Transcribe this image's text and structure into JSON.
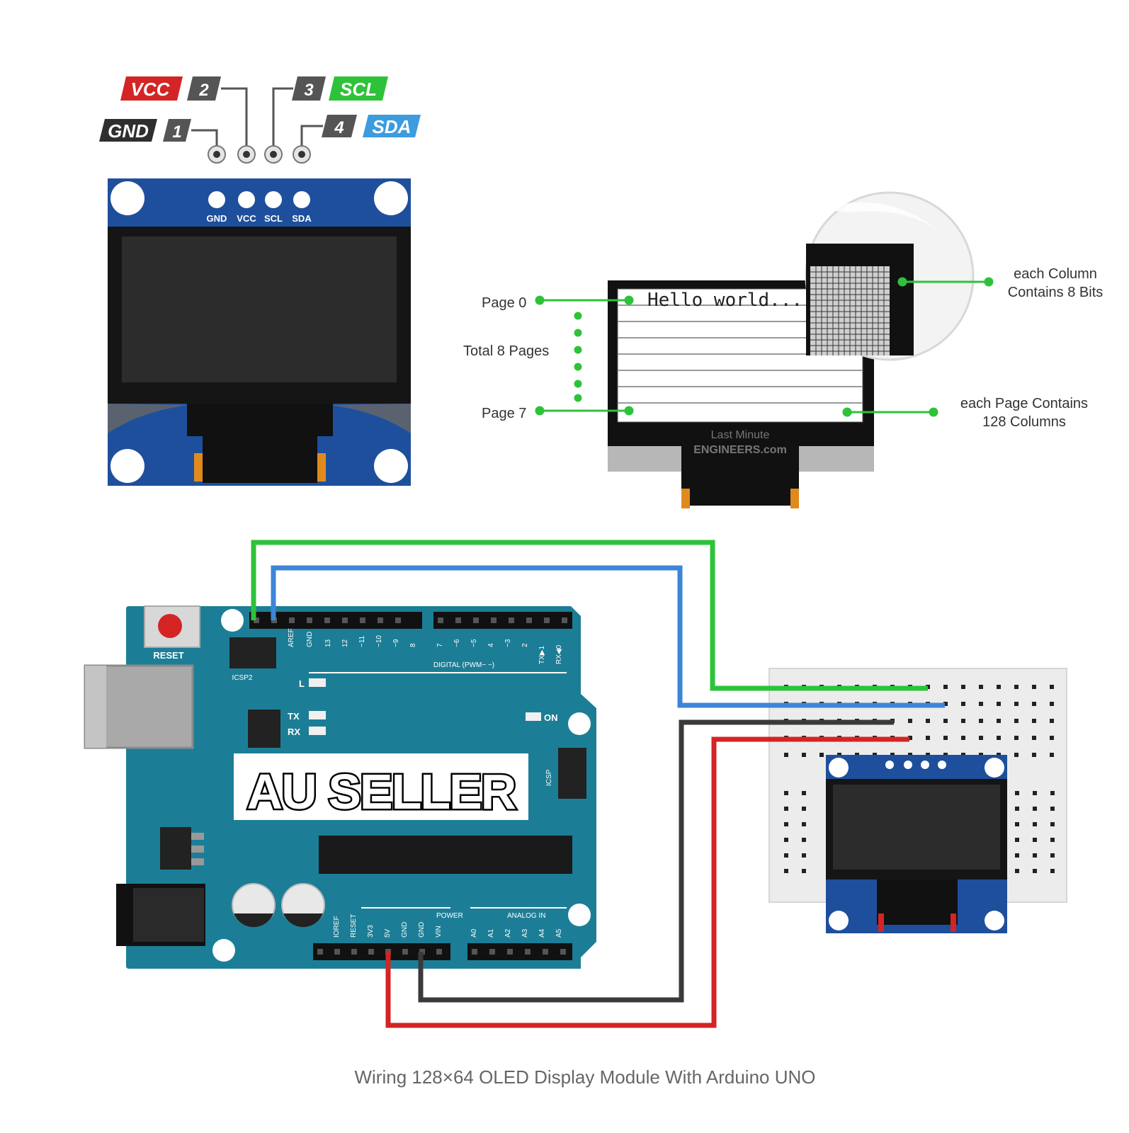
{
  "pinout": {
    "vcc": {
      "label": "VCC",
      "num": "2"
    },
    "gnd": {
      "label": "GND",
      "num": "1"
    },
    "scl": {
      "label": "SCL",
      "num": "3"
    },
    "sda": {
      "label": "SDA",
      "num": "4"
    }
  },
  "module_header": [
    "GND",
    "VCC",
    "SCL",
    "SDA"
  ],
  "memory_map": {
    "page0": "Page 0",
    "total_pages": "Total 8 Pages",
    "page7": "Page 7",
    "screen_text": "Hello world...",
    "column_note_1": "each Column",
    "column_note_2": "Contains 8 Bits",
    "page_note_1": "each Page Contains",
    "page_note_2": "128 Columns",
    "brand_1": "Last Minute",
    "brand_2": "ENGINEERS.com"
  },
  "arduino": {
    "reset": "RESET",
    "icsp2": "ICSP2",
    "icsp": "ICSP",
    "aref": "AREF",
    "gnd": "GND",
    "digital_pins": [
      "13",
      "12",
      "~11",
      "~10",
      "~9",
      "8",
      "7",
      "~6",
      "~5",
      "4",
      "~3",
      "2",
      "TX▶1",
      "RX◀0"
    ],
    "digital_label": "DIGITAL (PWM~ ~)",
    "led_l": "L",
    "led_tx": "TX",
    "led_rx": "RX",
    "led_on": "ON",
    "power_label": "POWER",
    "analog_label": "ANALOG IN",
    "power_pins": [
      "IOREF",
      "RESET",
      "3V3",
      "5V",
      "GND",
      "GND",
      "VIN"
    ],
    "analog_pins": [
      "A0",
      "A1",
      "A2",
      "A3",
      "A4",
      "A5"
    ]
  },
  "overlay_banner": "AU SELLER",
  "caption": "Wiring 128×64 OLED Display Module With Arduino UNO",
  "colors": {
    "wire_sda": "#2ec23a",
    "wire_scl": "#3d85d8",
    "wire_gnd": "#3a3a3a",
    "wire_vcc": "#d42424",
    "pcb_blue": "#1e4f9c",
    "uno_teal": "#1c7e96"
  }
}
